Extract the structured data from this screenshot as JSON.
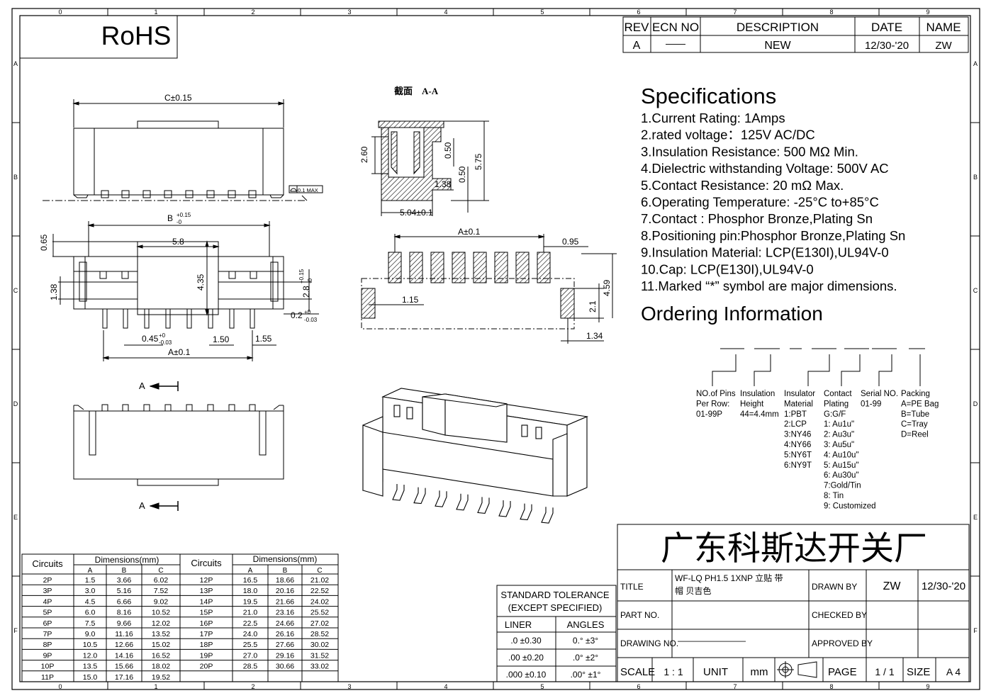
{
  "rohs": "RoHS",
  "border": {
    "cols": [
      "0",
      "1",
      "2",
      "3",
      "4",
      "5",
      "6",
      "7",
      "8",
      "9"
    ],
    "rows": [
      "A",
      "B",
      "C",
      "D",
      "E",
      "F"
    ]
  },
  "revision": {
    "headers": [
      "REV",
      "ECN NO",
      "DESCRIPTION",
      "DATE",
      "NAME"
    ],
    "row": [
      "A",
      "——",
      "NEW",
      "12/30-'20",
      "ZW"
    ]
  },
  "specs": {
    "title": "Specifications",
    "items": [
      "1.Current Rating: 1Amps",
      "2.rated voltage：125V AC/DC",
      "3.Insulation Resistance: 500 MΩ Min.",
      "4.Dielectric withstanding Voltage: 500V AC",
      "5.Contact Resistance: 20 mΩ Max.",
      "6.Operating Temperature: -25°C to+85°C",
      "7.Contact : Phosphor Bronze,Plating Sn",
      "8.Positioning pin:Phosphor Bronze,Plating Sn",
      "9.Insulation Material: LCP(E130I),UL94V-0",
      "10.Cap: LCP(E130I),UL94V-0",
      "11.Marked “*” symbol are major dimensions."
    ]
  },
  "ordering": {
    "title": "Ordering Information",
    "groups": [
      [
        "NO.of Pins",
        "Per Row:",
        "01-99P"
      ],
      [
        "Insulation",
        "Height",
        "44=4.4mm"
      ],
      [
        "Insulator",
        "Material",
        "1:PBT",
        "2:LCP",
        "3:NY46",
        "4:NY66",
        "5:NY6T",
        "6:NY9T"
      ],
      [
        "Contact",
        "Plating",
        "G:G/F",
        "1: Au1u\"",
        "2: Au3u\"",
        "3: Au5u\"",
        "4: Au10u\"",
        "5: Au15u\"",
        "6: Au30u\"",
        "7:Gold/Tin",
        "8: Tin",
        "9: Customized"
      ],
      [
        "Serial NO.",
        "01-99"
      ],
      [
        "Packing",
        "A=PE Bag",
        "B=Tube",
        "C=Tray",
        "D=Reel"
      ]
    ]
  },
  "section_title": "截面　A-A",
  "dims": {
    "c": "C±0.15",
    "b": "B",
    "b_tol": "+0.15",
    "b_tol2": "-0",
    "d58": "5.8",
    "d065": "0.65",
    "d138": "1.38",
    "d435": "4.35",
    "d28": "2.8",
    "d28_tol": "+0.15",
    "d28_tol2": "-0",
    "d02": "0.2",
    "d02_tol": "+0",
    "d02_tol2": "-0.03",
    "d045": "0.45",
    "d045_tol": "+0",
    "d045_tol2": "-0.03",
    "d150": "1.50",
    "d155": "1.55",
    "a": "A±0.1",
    "flat": "0.1 MAX",
    "d260": "2.60",
    "d050a": "0.50",
    "d050b": "0.50",
    "d575": "5.75",
    "d138b": "1.38",
    "d504": "5.04±0.1",
    "a2": "A±0.1",
    "d095": "0.95",
    "d115": "1.15",
    "d21": "2.1",
    "d459": "4.59",
    "d134": "1.34",
    "sec_a": "A"
  },
  "dim_table": {
    "title": "Dimensions(mm)",
    "circuits_label": "Circuits",
    "cols": [
      "A",
      "B",
      "C"
    ],
    "left": [
      [
        "2P",
        "1.5",
        "3.66",
        "6.02"
      ],
      [
        "3P",
        "3.0",
        "5.16",
        "7.52"
      ],
      [
        "4P",
        "4.5",
        "6.66",
        "9.02"
      ],
      [
        "5P",
        "6.0",
        "8.16",
        "10.52"
      ],
      [
        "6P",
        "7.5",
        "9.66",
        "12.02"
      ],
      [
        "7P",
        "9.0",
        "11.16",
        "13.52"
      ],
      [
        "8P",
        "10.5",
        "12.66",
        "15.02"
      ],
      [
        "9P",
        "12.0",
        "14.16",
        "16.52"
      ],
      [
        "10P",
        "13.5",
        "15.66",
        "18.02"
      ],
      [
        "11P",
        "15.0",
        "17.16",
        "19.52"
      ]
    ],
    "right": [
      [
        "12P",
        "16.5",
        "18.66",
        "21.02"
      ],
      [
        "13P",
        "18.0",
        "20.16",
        "22.52"
      ],
      [
        "14P",
        "19.5",
        "21.66",
        "24.02"
      ],
      [
        "15P",
        "21.0",
        "23.16",
        "25.52"
      ],
      [
        "16P",
        "22.5",
        "24.66",
        "27.02"
      ],
      [
        "17P",
        "24.0",
        "26.16",
        "28.52"
      ],
      [
        "18P",
        "25.5",
        "27.66",
        "30.02"
      ],
      [
        "19P",
        "27.0",
        "29.16",
        "31.52"
      ],
      [
        "20P",
        "28.5",
        "30.66",
        "33.02"
      ]
    ]
  },
  "tolerance": {
    "title1": "STANDARD TOLERANCE",
    "title2": "(EXCEPT  SPECIFIED)",
    "liner": "LINER",
    "angles": "ANGLES",
    "rows": [
      [
        ".0  ±0.30",
        "0.°  ±3°"
      ],
      [
        ".00 ±0.20",
        ".0° ±2°"
      ],
      [
        ".000 ±0.10",
        ".00° ±1°"
      ]
    ]
  },
  "title_block": {
    "company": "广东科斯达开关厂",
    "title_label": "TITLE",
    "title_value1": "WF-LQ PH1.5  1XNP 立贴 带",
    "title_value2": "帽 贝吉色",
    "part_label": "PART NO.",
    "drawing_label": "DRAWING NO.",
    "drawing_value": "————————",
    "drawn_label": "DRAWN BY",
    "drawn_value": "ZW",
    "drawn_date": "12/30-'20",
    "checked_label": "CHECKED BY",
    "approved_label": "APPROVED BY",
    "scale_label": "SCALE",
    "scale_value": "1 : 1",
    "unit_label": "UNIT",
    "unit_value": "mm",
    "page_label": "PAGE",
    "page_value": "1 / 1",
    "size_label": "SIZE",
    "size_value": "A 4"
  }
}
